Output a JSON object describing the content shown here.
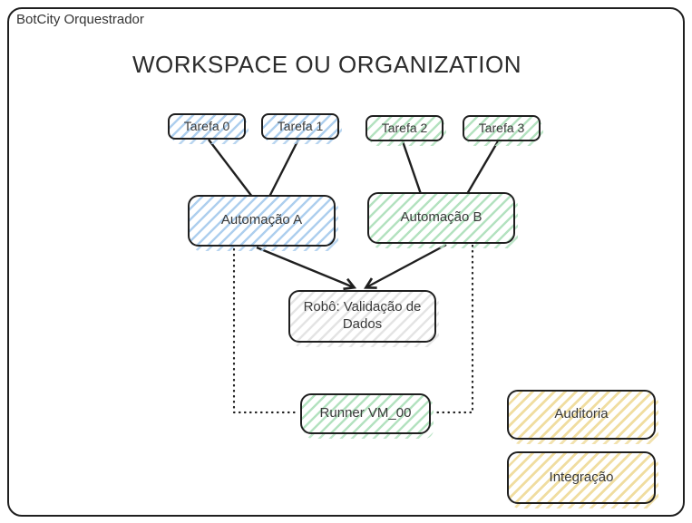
{
  "frame": {
    "app_label": "BotCity Orquestrador"
  },
  "diagram": {
    "title": "WORKSPACE OU ORGANIZATION",
    "nodes": {
      "tarefa0": {
        "label": "Tarefa 0",
        "color": "#aecfee"
      },
      "tarefa1": {
        "label": "Tarefa 1",
        "color": "#aecfee"
      },
      "tarefa2": {
        "label": "Tarefa 2",
        "color": "#b4e2c0"
      },
      "tarefa3": {
        "label": "Tarefa 3",
        "color": "#b4e2c0"
      },
      "automacao_a": {
        "label": "Automação A",
        "color": "#aecfee"
      },
      "automacao_b": {
        "label": "Automação B",
        "color": "#b4e2c0"
      },
      "robo": {
        "label": "Robô: Validação de Dados",
        "color": "#e4e4e4"
      },
      "runner": {
        "label": "Runner VM_00",
        "color": "#b4e2c0"
      },
      "auditoria": {
        "label": "Auditoria",
        "color": "#f0dda0"
      },
      "integracao": {
        "label": "Integração",
        "color": "#f0dda0"
      }
    },
    "edges": [
      {
        "from": "tarefa0",
        "to": "automacao_a",
        "style": "solid",
        "arrow": false
      },
      {
        "from": "tarefa1",
        "to": "automacao_a",
        "style": "solid",
        "arrow": false
      },
      {
        "from": "tarefa2",
        "to": "automacao_b",
        "style": "solid",
        "arrow": false
      },
      {
        "from": "tarefa3",
        "to": "automacao_b",
        "style": "solid",
        "arrow": false
      },
      {
        "from": "automacao_a",
        "to": "robo",
        "style": "solid",
        "arrow": true
      },
      {
        "from": "automacao_b",
        "to": "robo",
        "style": "solid",
        "arrow": true
      },
      {
        "from": "automacao_a",
        "to": "runner",
        "style": "dotted",
        "arrow": false
      },
      {
        "from": "automacao_b",
        "to": "runner",
        "style": "dotted",
        "arrow": false
      }
    ],
    "colors": {
      "border": "#1f1f1f",
      "text": "#3a3a3a",
      "background": "#ffffff"
    }
  }
}
